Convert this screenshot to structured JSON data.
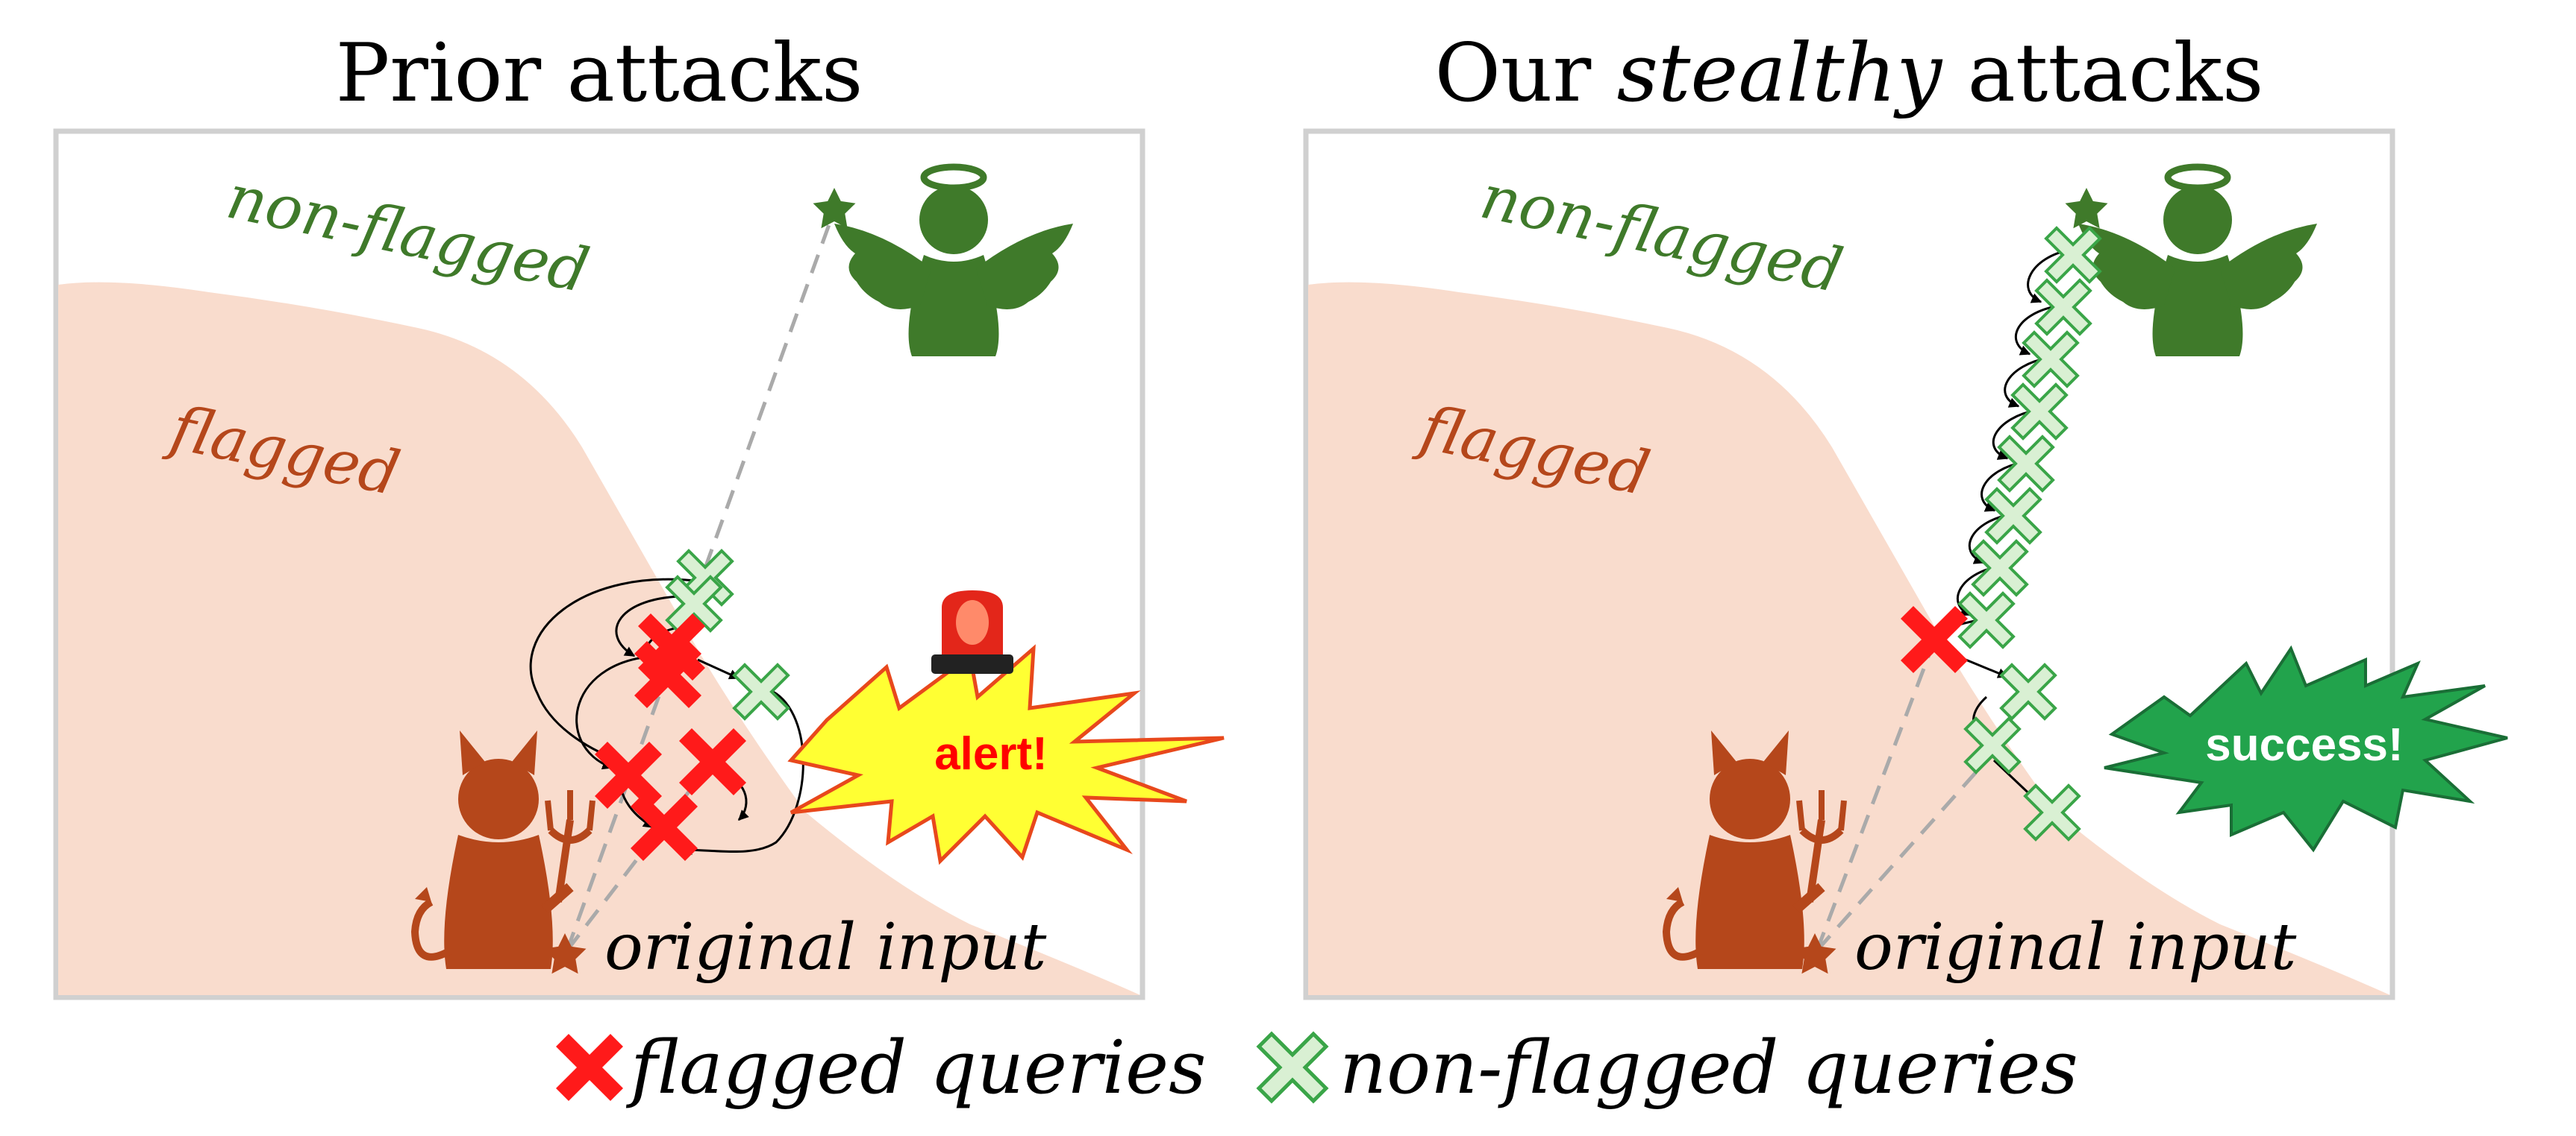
{
  "left_panel": {
    "title": "Prior attacks",
    "label_non_flagged": "non-flagged",
    "label_flagged": "flagged",
    "label_original": "original input",
    "burst_text": "alert!"
  },
  "right_panel": {
    "title_pre": "Our ",
    "title_em": "stealthy",
    "title_post": " attacks",
    "label_non_flagged": "non-flagged",
    "label_flagged": "flagged",
    "label_original": "original input",
    "burst_text": "success!"
  },
  "legend": {
    "flagged": "flagged queries",
    "non_flagged": "non-flagged queries"
  },
  "colors": {
    "flagged_region": "#f9dccd",
    "non_flagged_text": "#3f7a2a",
    "flagged_text": "#b5471b",
    "angel": "#3f7a2a",
    "devil": "#b5471b",
    "flagged_query": "#ff1a1a",
    "non_flagged_fill": "#d9f0d3",
    "non_flagged_stroke": "#3aa548",
    "alert_burst_fill": "#ffff33",
    "alert_burst_stroke": "#e8481c",
    "alert_text": "#ff0000",
    "success_burst_fill": "#22a34c",
    "success_text": "#ffffff"
  }
}
